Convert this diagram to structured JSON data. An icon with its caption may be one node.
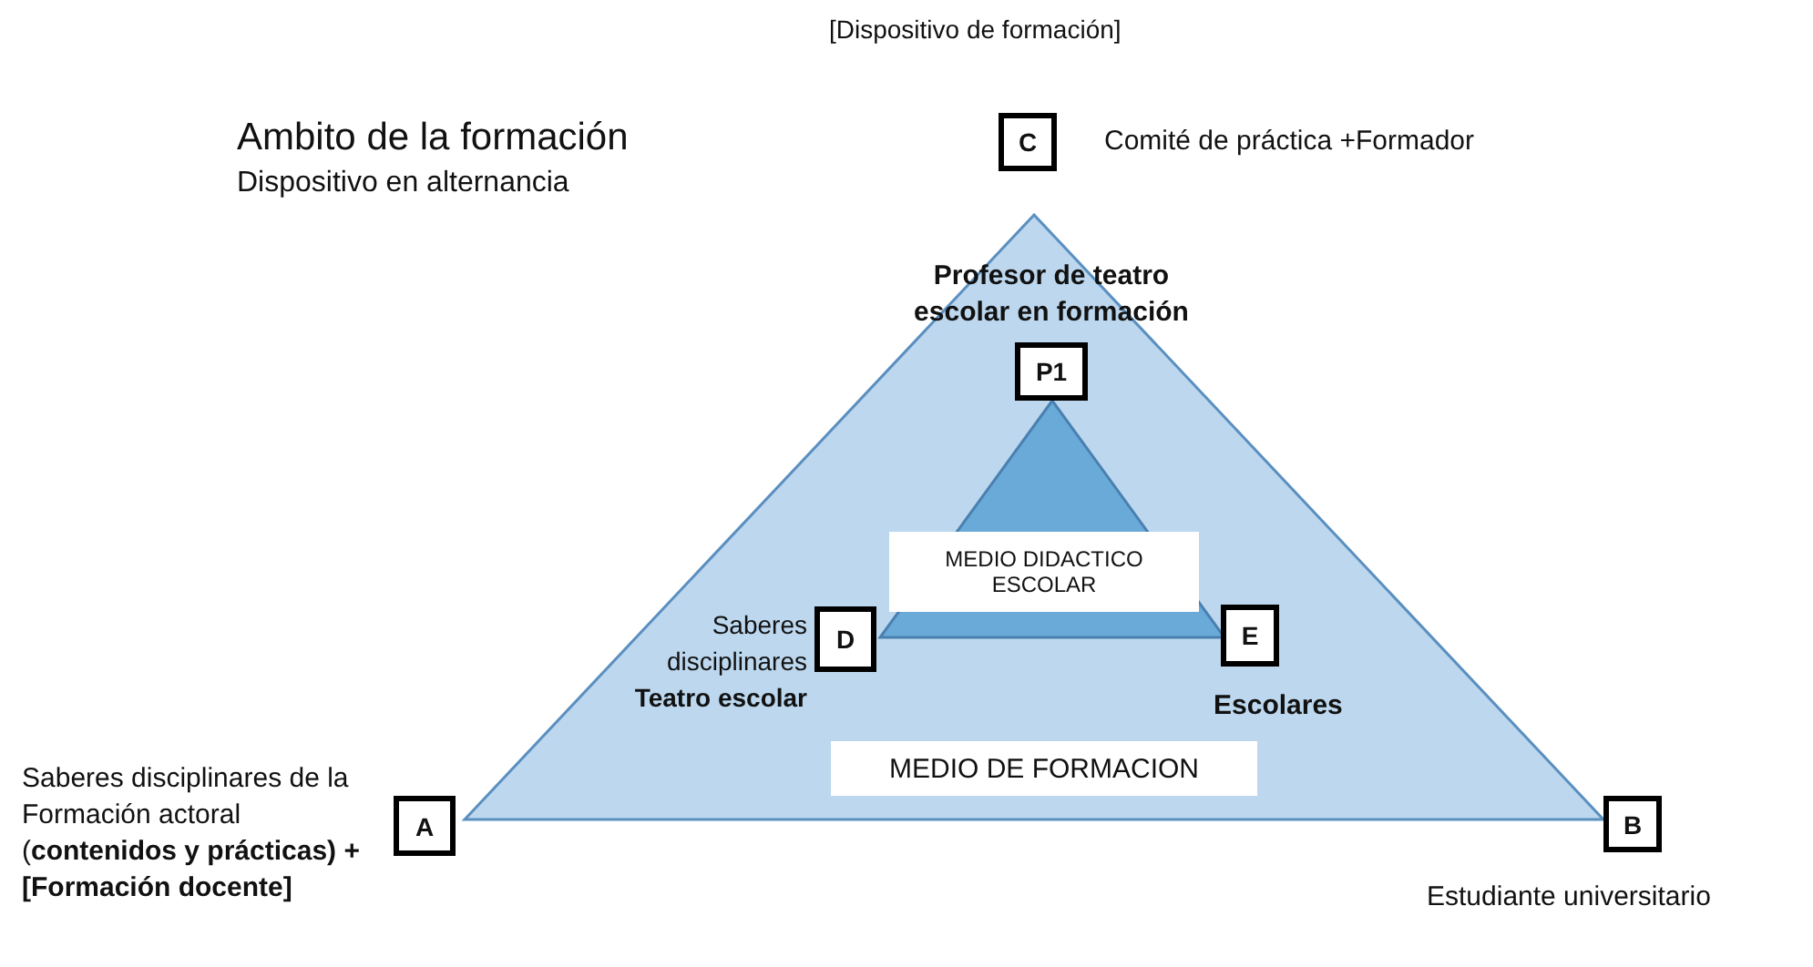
{
  "diagram": {
    "nodes": [
      {
        "text": [],
        "shape": "triangle"
      },
      {
        "text": [],
        "shape": "triangle",
        "in": 0
      },
      {
        "text": [
          "MEDIO DIDACTICO ESCOLAR"
        ],
        "in": 1
      },
      {
        "text": [
          "MEDIO DE FORMACION"
        ],
        "in": 0
      },
      {
        "text": [
          "C"
        ],
        "beside": [
          "Comité de práctica +Formador"
        ]
      },
      {
        "text": [
          "A"
        ],
        "beside": [
          "Saberes disciplinares de la Formación actoral (**contenidos y prácticas) + [Formación docente]**"
        ]
      },
      {
        "text": [
          "B"
        ],
        "beside": [
          "Estudiante universitario"
        ]
      },
      {
        "text": [
          "P1"
        ],
        "beside": [
          "Profesor de teatro escolar en formación"
        ],
        "in": 0
      },
      {
        "text": [
          "D"
        ],
        "beside": [
          "Saberes disciplinares **Teatro escolar**"
        ],
        "in": 0
      },
      {
        "text": [
          "E"
        ],
        "beside": [
          "Escolares"
        ],
        "in": 0
      }
    ],
    "edges": [],
    "labels": [
      "[Dispositivo de formación]",
      "Ambito de la formación",
      "Dispositivo en alternancia"
    ]
  }
}
